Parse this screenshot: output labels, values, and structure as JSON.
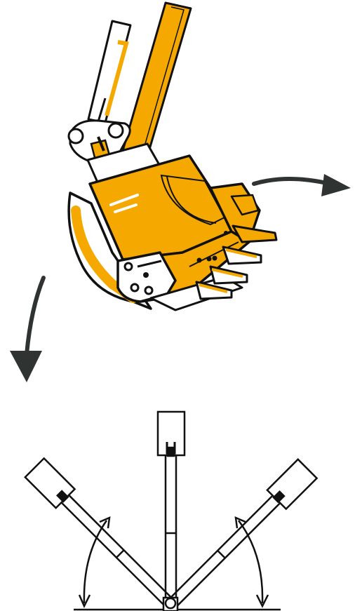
{
  "illustration": {
    "object": "excavator-tilt-bucket",
    "colors": {
      "bucket_fill": "#F5A800",
      "outline": "#111111",
      "arrow": "#2f3433",
      "background": "#ffffff"
    }
  },
  "rotation_indicators": {
    "count": 2,
    "icons": [
      "curved-arrow-right-icon",
      "curved-arrow-down-icon"
    ]
  },
  "tilt_diagram": {
    "positions": [
      "tilted-left",
      "upright",
      "tilted-right"
    ],
    "angle_markers": 2
  }
}
